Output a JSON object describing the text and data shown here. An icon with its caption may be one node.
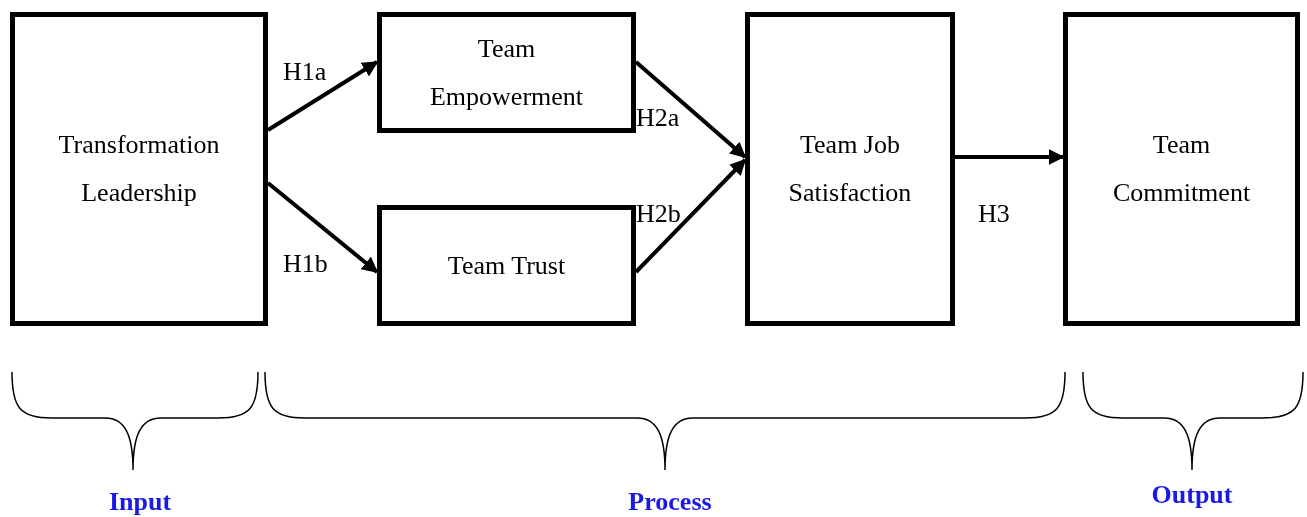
{
  "diagram": {
    "nodes": [
      {
        "text": [
          "Transformation Leadership"
        ]
      },
      {
        "text": [
          "Team Empowerment"
        ]
      },
      {
        "text": [
          "Team Trust"
        ]
      },
      {
        "text": [
          "Team Job Satisfaction"
        ]
      },
      {
        "text": [
          "Team Commitment"
        ]
      }
    ],
    "edges": [
      {
        "from": 0,
        "to": 1,
        "arrow": "to",
        "label": "H1a"
      },
      {
        "from": 0,
        "to": 2,
        "arrow": "to",
        "label": "H1b"
      },
      {
        "from": 1,
        "to": 3,
        "arrow": "to",
        "label": "H2a"
      },
      {
        "from": 2,
        "to": 3,
        "arrow": "to",
        "label": "H2b"
      },
      {
        "from": 3,
        "to": 4,
        "arrow": "to",
        "label": "H3"
      }
    ],
    "labels": [
      "Input",
      "Process",
      "Output"
    ]
  }
}
